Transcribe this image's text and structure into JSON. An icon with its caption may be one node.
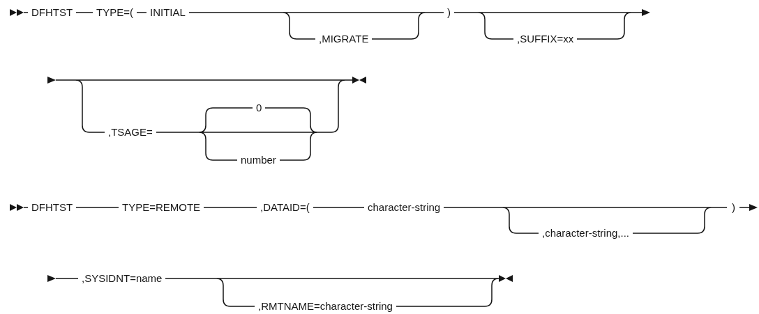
{
  "diagram": {
    "labels": [
      "DFHTST",
      "TYPE=(",
      "INITIAL",
      ",MIGRATE",
      ")",
      ",SUFFIX=xx",
      ",TSAGE=",
      "0",
      "number",
      "DFHTST",
      "TYPE=REMOTE",
      ",DATAID=(",
      "character-string",
      ",character-string,...",
      ")",
      ",SYSIDNT=name",
      ",RMTNAME=character-string"
    ]
  }
}
